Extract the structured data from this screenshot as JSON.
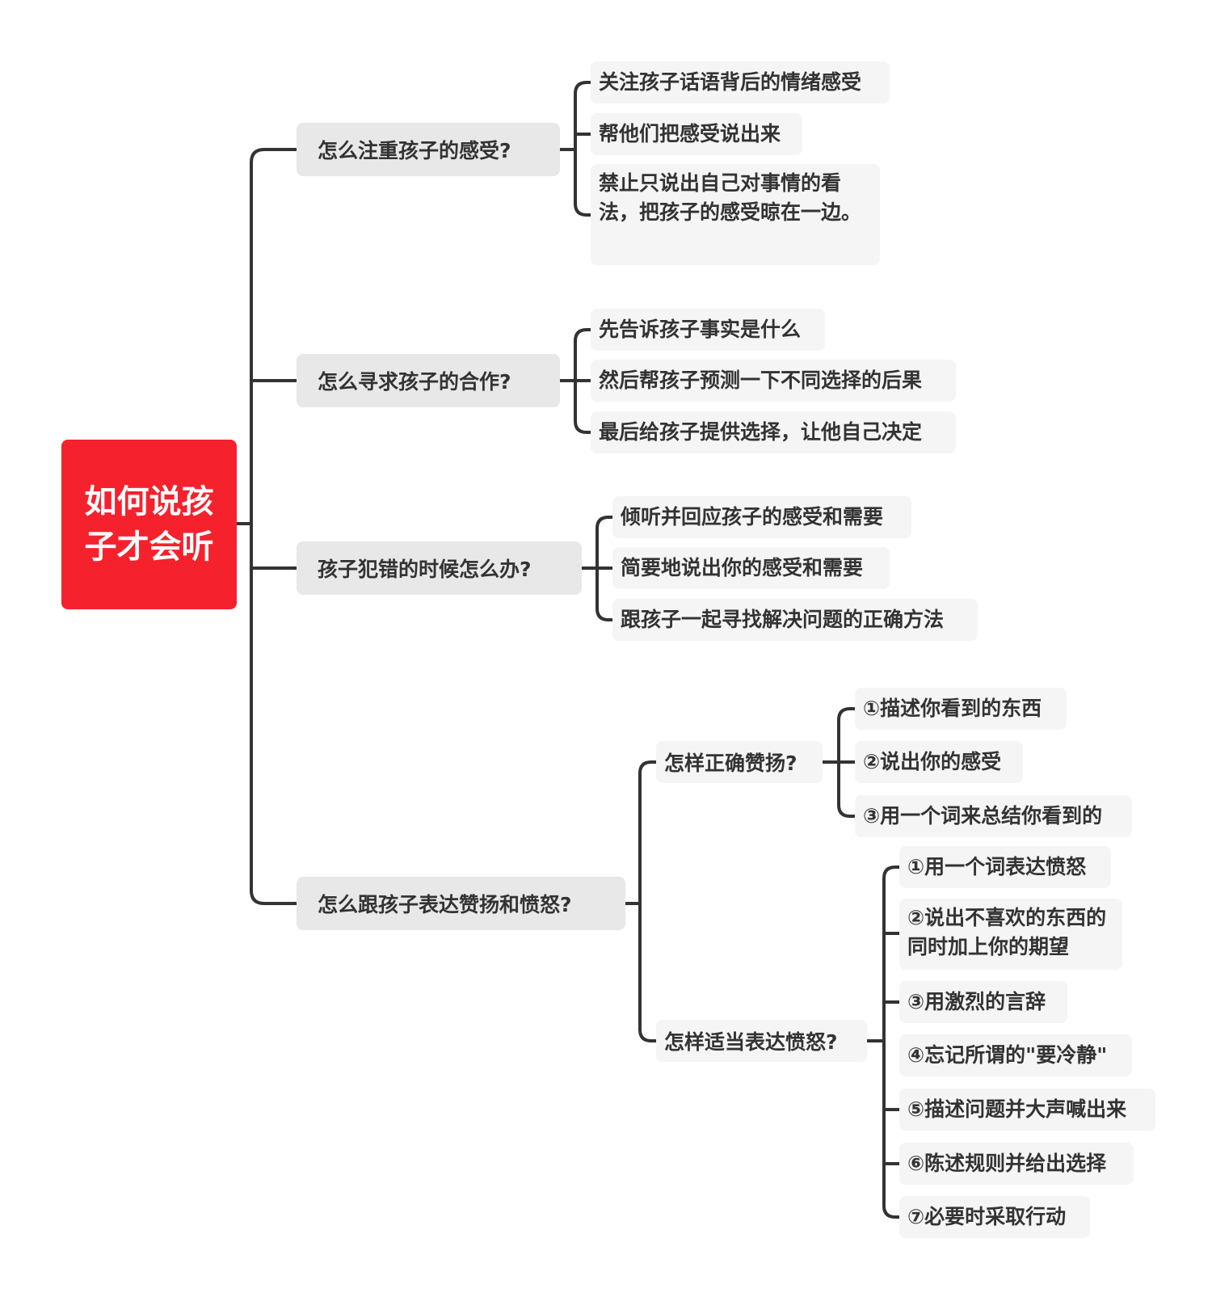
{
  "root": {
    "title": "如何说孩子才会听"
  },
  "topics": [
    {
      "label": "怎么注重孩子的感受?",
      "items": [
        "关注孩子话语背后的情绪感受",
        "帮他们把感受说出来",
        "禁止只说出自己对事情的看法，把孩子的感受晾在一边。"
      ]
    },
    {
      "label": "怎么寻求孩子的合作?",
      "items": [
        "先告诉孩子事实是什么",
        "然后帮孩子预测一下不同选择的后果",
        "最后给孩子提供选择，让他自己决定"
      ]
    },
    {
      "label": "孩子犯错的时候怎么办?",
      "items": [
        "倾听并回应孩子的感受和需要",
        "简要地说出你的感受和需要",
        "跟孩子一起寻找解决问题的正确方法"
      ]
    },
    {
      "label": "怎么跟孩子表达赞扬和愤怒?",
      "subtopics": [
        {
          "label": "怎样正确赞扬?",
          "items": [
            "①描述你看到的东西",
            "②说出你的感受",
            "③用一个词来总结你看到的"
          ]
        },
        {
          "label": "怎样适当表达愤怒?",
          "items": [
            "①用一个词表达愤怒",
            "②说出不喜欢的东西的同时加上你的期望",
            "③用激烈的言辞",
            "④忘记所谓的\"要冷静\"",
            "⑤描述问题并大声喊出来",
            "⑥陈述规则并给出选择",
            "⑦必要时采取行动"
          ]
        }
      ]
    }
  ],
  "colors": {
    "root": "#f5222d",
    "connector": "#333333",
    "topic_bg": "#e8e8e8",
    "leaf_bg": "#f5f5f5"
  }
}
